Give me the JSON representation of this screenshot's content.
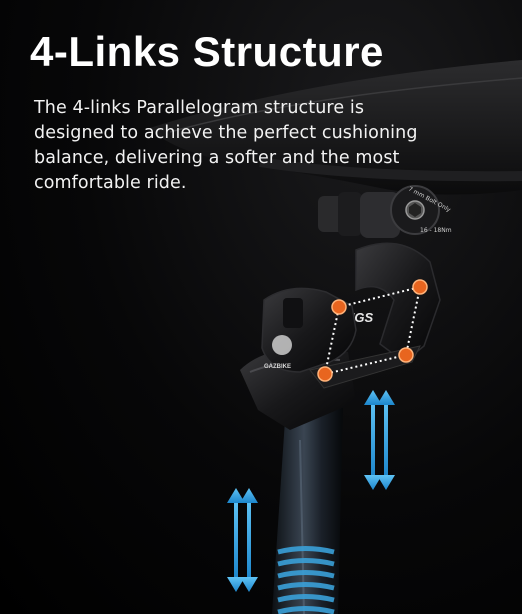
{
  "heading": {
    "title": "4-Links Structure",
    "description": "The 4-links Parallelogram structure is designed to achieve the perfect cushioning balance, delivering a softer and the most comfortable ride."
  },
  "product": {
    "brand_mark": "UGS",
    "logo_text": "GAZBIKE",
    "bolt_label_top": "7 mm Bolt Only",
    "bolt_label_bottom": "16 - 18Nm"
  },
  "colors": {
    "background": "#000000",
    "pivot_orange": "#e8651f",
    "arrow_blue": "#2a9fe0",
    "spring_blue": "#3aa0d8",
    "text": "#ffffff"
  },
  "icons": {
    "motion_arrows": "double-headed-vertical-arrow"
  }
}
